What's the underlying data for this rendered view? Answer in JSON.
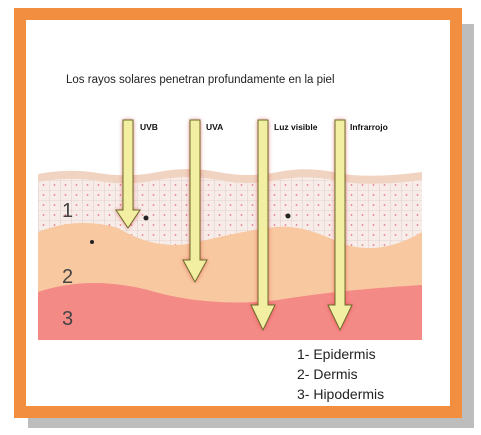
{
  "title": "Los rayos solares penetran profundamente en la piel",
  "rays": [
    {
      "label": "UVB"
    },
    {
      "label": "UVA"
    },
    {
      "label": "Luz visible"
    },
    {
      "label": "Infrarrojo"
    }
  ],
  "layers": [
    {
      "number": "1"
    },
    {
      "number": "2"
    },
    {
      "number": "3"
    }
  ],
  "legend": [
    "1- Epidermis",
    "2- Dermis",
    "3- Hipodermis"
  ],
  "colors": {
    "frame": "#f28e3f",
    "epidermis": "#f7e9e4",
    "dermis": "#f8c8a0",
    "hypodermis": "#f48a86",
    "arrow_fill": "#f2efa2",
    "arrow_glow": "#d83a3a"
  }
}
